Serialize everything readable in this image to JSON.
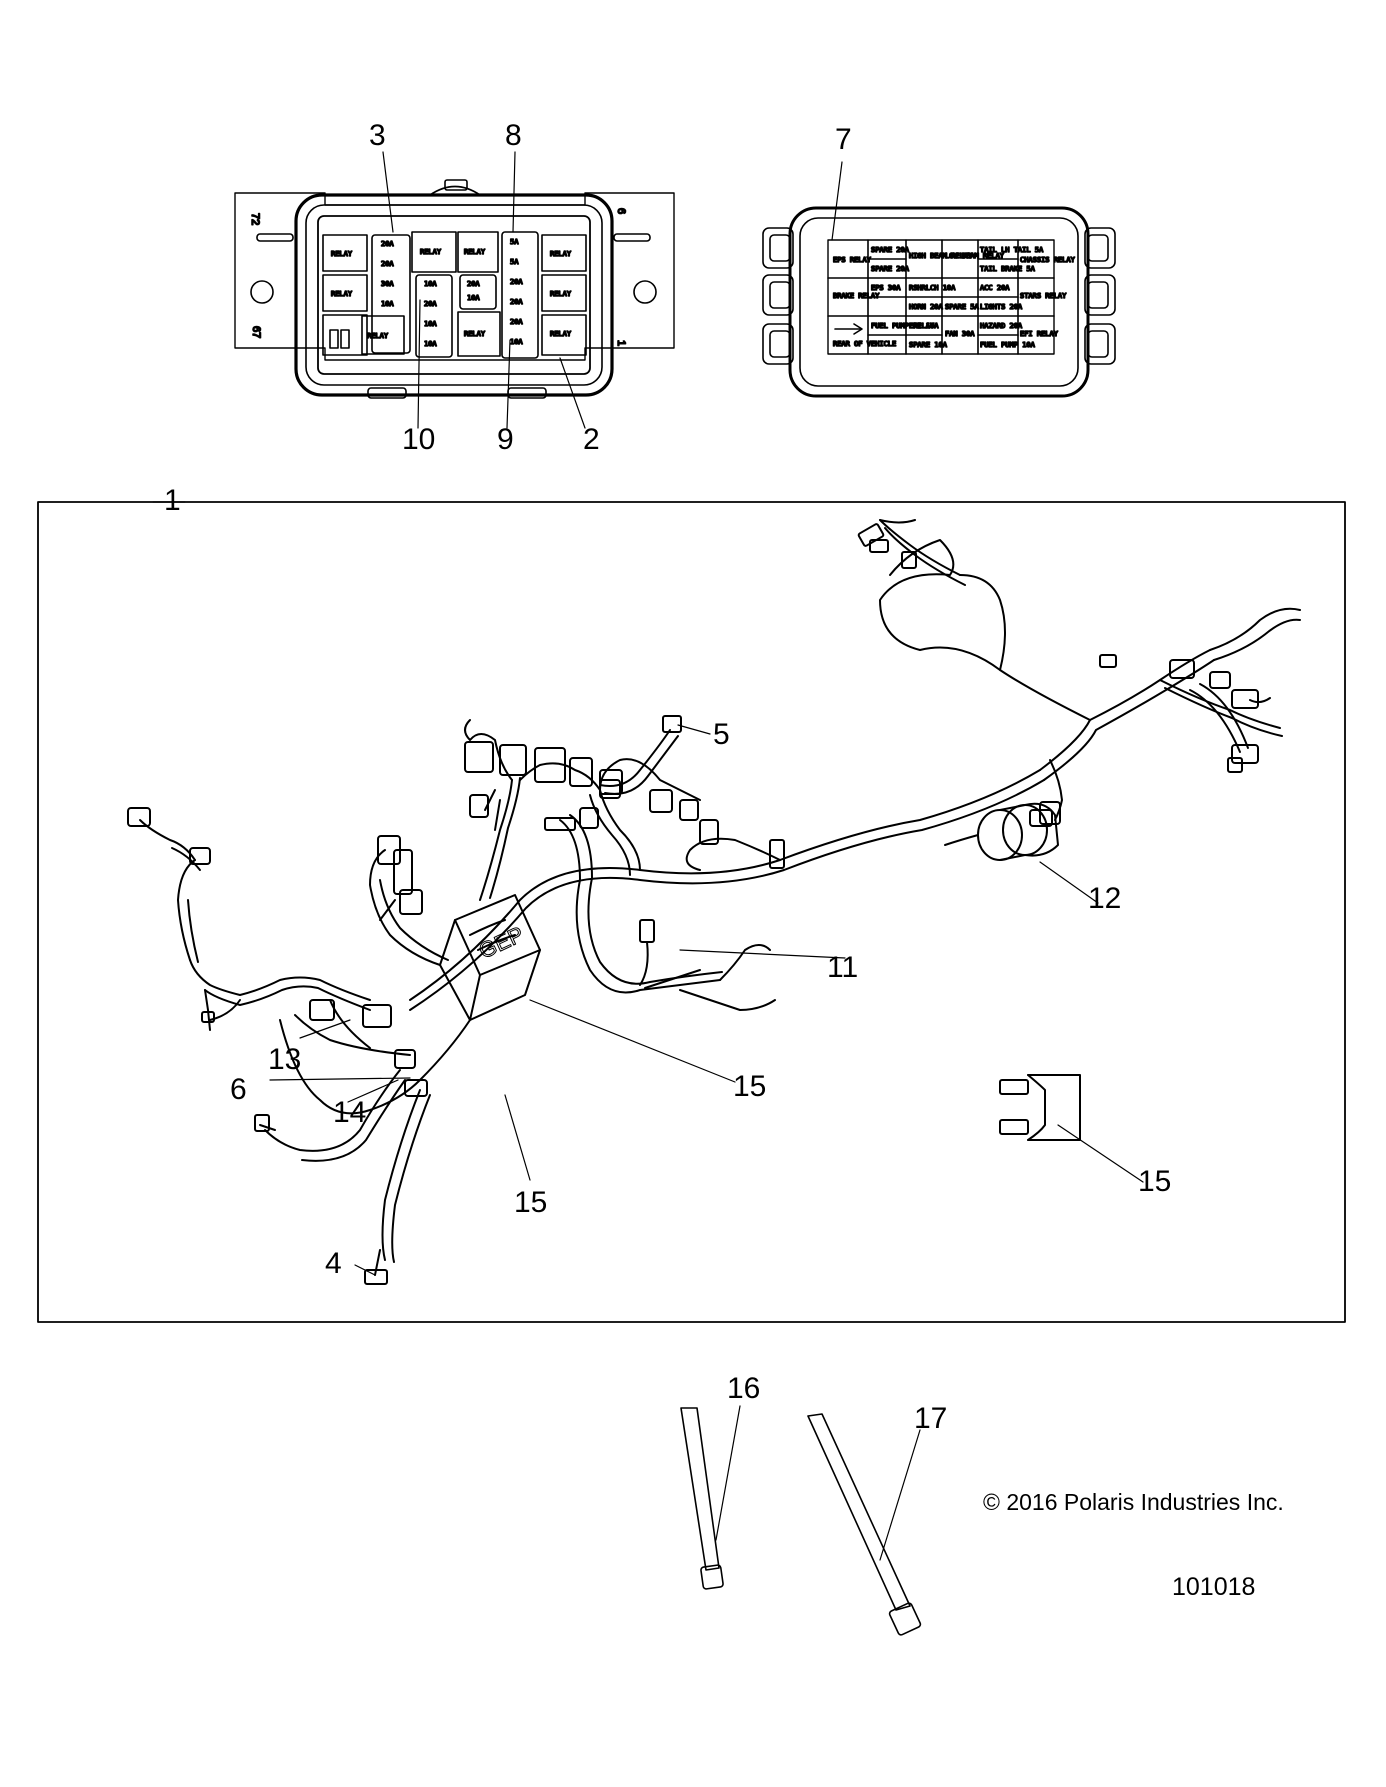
{
  "callouts": {
    "c1": "1",
    "c2": "2",
    "c3": "3",
    "c4": "4",
    "c5": "5",
    "c6": "6",
    "c7": "7",
    "c8": "8",
    "c9": "9",
    "c10": "10",
    "c11": "11",
    "c12": "12",
    "c13": "13",
    "c14": "14",
    "c15a": "15",
    "c15b": "15",
    "c15c": "15",
    "c16": "16",
    "c17": "17"
  },
  "fuse_box": {
    "relay_label": "RELAY",
    "edge_72": "72",
    "edge_6": "6",
    "edge_67": "67",
    "edge_1": "1",
    "fuses_left": [
      "20A",
      "20A",
      "30A",
      "20A",
      "10A",
      "10A"
    ],
    "fuses_mid": [
      "10A",
      "20A",
      "10A",
      "10A"
    ],
    "fuses_right": [
      "5A",
      "5A",
      "20A",
      "20A",
      "20A",
      "10A"
    ]
  },
  "fuse_cover": {
    "cells": [
      "EPS RELAY",
      "SPARE 20A",
      "HIGH BEAM RELAY",
      "LOW BEAM RELAY",
      "TAIL LH TAIL 5A",
      "CHASSIS RELAY",
      "EPS 30A",
      "SPARE 20A",
      "BRAKE RELAY",
      "RSHRLCH 10A",
      "TAIL BRAKE 5A",
      "ACC 20A",
      "STARS RELAY",
      "HORN 20A",
      "SPARE 5A",
      "LIGHTS 20A",
      "REAR OF VEHICLE",
      "FUEL PUMP RELAY",
      "EFI 10A",
      "FAN 30A",
      "HAZARD 20A",
      "FUEL PUMP 10A",
      "EFI RELAY",
      "SPARE 10A"
    ]
  },
  "footer": {
    "copyright": "© 2016 Polaris Industries Inc.",
    "doc_number": "101018"
  }
}
